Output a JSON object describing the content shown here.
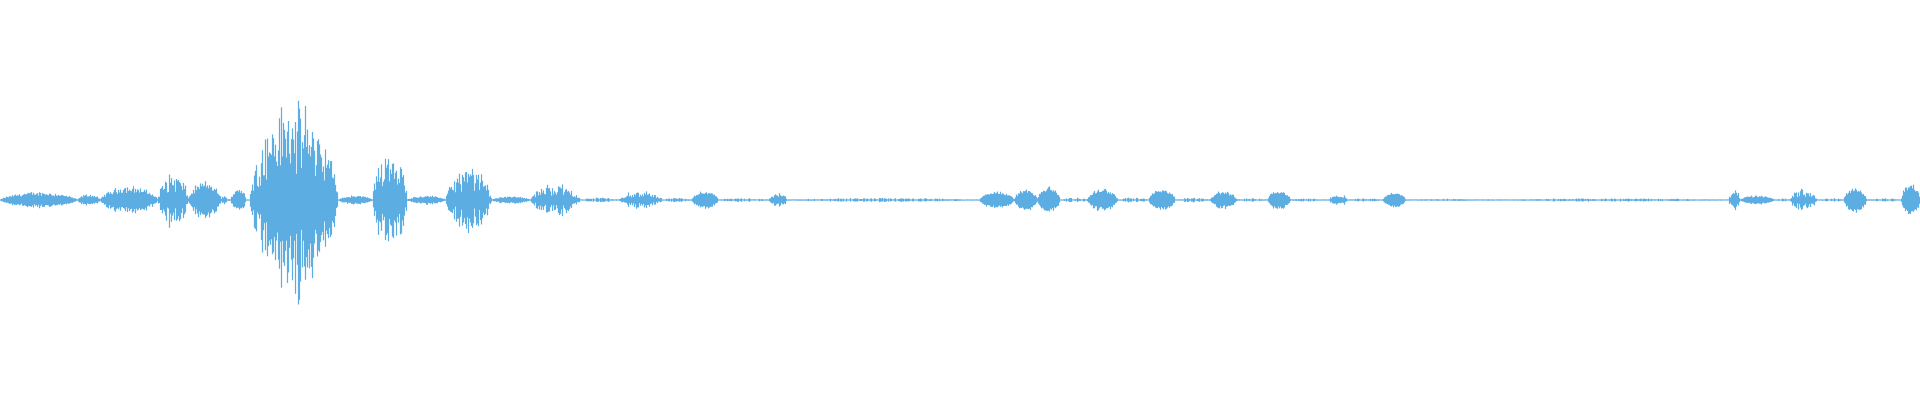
{
  "waveform": {
    "color": "#5dade2",
    "background": "#ffffff",
    "channels": 1,
    "segments": [
      {
        "start": 0.0,
        "end": 0.04,
        "amp": 0.035,
        "detail": "dense"
      },
      {
        "start": 0.04,
        "end": 0.052,
        "amp": 0.025,
        "detail": "dense"
      },
      {
        "start": 0.052,
        "end": 0.082,
        "amp": 0.06,
        "detail": "dense"
      },
      {
        "start": 0.082,
        "end": 0.098,
        "amp": 0.12,
        "detail": "spiky"
      },
      {
        "start": 0.098,
        "end": 0.115,
        "amp": 0.08,
        "detail": "dense"
      },
      {
        "start": 0.115,
        "end": 0.118,
        "amp": 0.02,
        "detail": "dense"
      },
      {
        "start": 0.12,
        "end": 0.128,
        "amp": 0.055,
        "detail": "dense"
      },
      {
        "start": 0.13,
        "end": 0.176,
        "amp": 0.42,
        "detail": "spiky"
      },
      {
        "start": 0.176,
        "end": 0.194,
        "amp": 0.02,
        "detail": "dense"
      },
      {
        "start": 0.194,
        "end": 0.212,
        "amp": 0.24,
        "detail": "spiky"
      },
      {
        "start": 0.212,
        "end": 0.232,
        "amp": 0.02,
        "detail": "dense"
      },
      {
        "start": 0.232,
        "end": 0.256,
        "amp": 0.14,
        "detail": "spiky"
      },
      {
        "start": 0.256,
        "end": 0.276,
        "amp": 0.018,
        "detail": "dense"
      },
      {
        "start": 0.276,
        "end": 0.302,
        "amp": 0.07,
        "detail": "spiky"
      },
      {
        "start": 0.302,
        "end": 0.322,
        "amp": 0.012,
        "detail": "sparse"
      },
      {
        "start": 0.322,
        "end": 0.345,
        "amp": 0.04,
        "detail": "spiky"
      },
      {
        "start": 0.345,
        "end": 0.36,
        "amp": 0.01,
        "detail": "sparse"
      },
      {
        "start": 0.36,
        "end": 0.374,
        "amp": 0.04,
        "detail": "blob"
      },
      {
        "start": 0.374,
        "end": 0.4,
        "amp": 0.01,
        "detail": "sparse"
      },
      {
        "start": 0.4,
        "end": 0.41,
        "amp": 0.035,
        "detail": "spiky"
      },
      {
        "start": 0.41,
        "end": 0.508,
        "amp": 0.01,
        "detail": "sparse"
      },
      {
        "start": 0.51,
        "end": 0.528,
        "amp": 0.04,
        "detail": "blob"
      },
      {
        "start": 0.528,
        "end": 0.54,
        "amp": 0.05,
        "detail": "blob"
      },
      {
        "start": 0.54,
        "end": 0.552,
        "amp": 0.06,
        "detail": "blob"
      },
      {
        "start": 0.552,
        "end": 0.566,
        "amp": 0.012,
        "detail": "sparse"
      },
      {
        "start": 0.566,
        "end": 0.582,
        "amp": 0.05,
        "detail": "blob"
      },
      {
        "start": 0.582,
        "end": 0.598,
        "amp": 0.012,
        "detail": "sparse"
      },
      {
        "start": 0.598,
        "end": 0.612,
        "amp": 0.05,
        "detail": "blob"
      },
      {
        "start": 0.612,
        "end": 0.63,
        "amp": 0.012,
        "detail": "sparse"
      },
      {
        "start": 0.63,
        "end": 0.644,
        "amp": 0.04,
        "detail": "blob"
      },
      {
        "start": 0.644,
        "end": 0.66,
        "amp": 0.01,
        "detail": "sparse"
      },
      {
        "start": 0.66,
        "end": 0.672,
        "amp": 0.045,
        "detail": "blob"
      },
      {
        "start": 0.672,
        "end": 0.688,
        "amp": 0.008,
        "detail": "sparse"
      },
      {
        "start": 0.692,
        "end": 0.702,
        "amp": 0.03,
        "detail": "spiky"
      },
      {
        "start": 0.702,
        "end": 0.72,
        "amp": 0.008,
        "detail": "sparse"
      },
      {
        "start": 0.72,
        "end": 0.732,
        "amp": 0.035,
        "detail": "blob"
      },
      {
        "start": 0.732,
        "end": 0.77,
        "amp": 0.006,
        "detail": "sparse"
      },
      {
        "start": 0.776,
        "end": 0.9,
        "amp": 0.008,
        "detail": "sparse"
      },
      {
        "start": 0.9,
        "end": 0.906,
        "amp": 0.05,
        "detail": "spiky"
      },
      {
        "start": 0.906,
        "end": 0.924,
        "amp": 0.02,
        "detail": "blob"
      },
      {
        "start": 0.924,
        "end": 0.932,
        "amp": 0.008,
        "detail": "sparse"
      },
      {
        "start": 0.932,
        "end": 0.946,
        "amp": 0.05,
        "detail": "spiky"
      },
      {
        "start": 0.946,
        "end": 0.96,
        "amp": 0.01,
        "detail": "sparse"
      },
      {
        "start": 0.96,
        "end": 0.972,
        "amp": 0.06,
        "detail": "blob"
      },
      {
        "start": 0.972,
        "end": 0.99,
        "amp": 0.008,
        "detail": "sparse"
      },
      {
        "start": 0.99,
        "end": 1.0,
        "amp": 0.075,
        "detail": "blob"
      }
    ]
  }
}
